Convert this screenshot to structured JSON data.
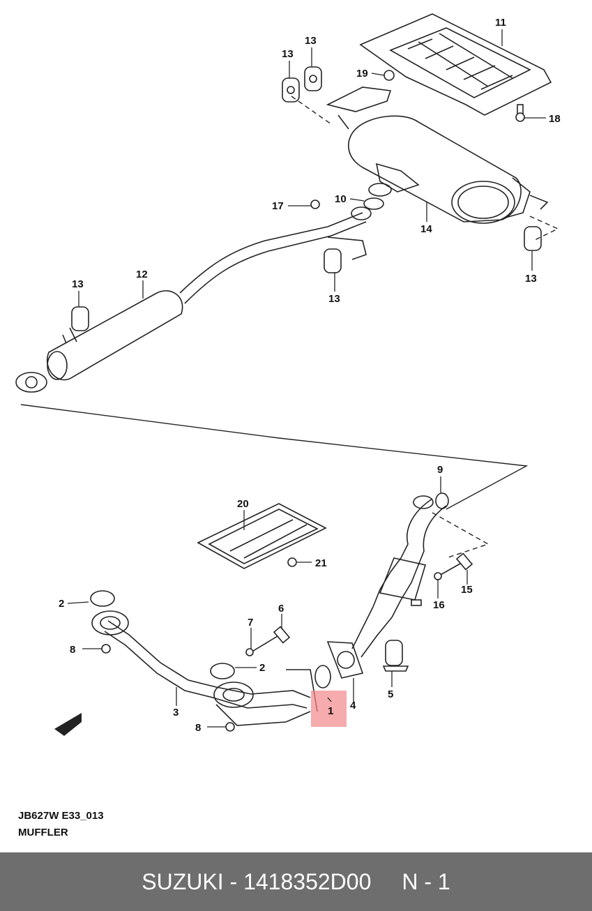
{
  "callouts": [
    {
      "id": "c11a",
      "text": "11"
    },
    {
      "id": "c13a",
      "text": "13"
    },
    {
      "id": "c13b",
      "text": "13"
    },
    {
      "id": "c19",
      "text": "19"
    },
    {
      "id": "c18",
      "text": "18"
    },
    {
      "id": "c17",
      "text": "17"
    },
    {
      "id": "c10",
      "text": "10"
    },
    {
      "id": "c14",
      "text": "14"
    },
    {
      "id": "c13c",
      "text": "13"
    },
    {
      "id": "c13d",
      "text": "13"
    },
    {
      "id": "c12",
      "text": "12"
    },
    {
      "id": "c13e",
      "text": "13"
    },
    {
      "id": "c9",
      "text": "9"
    },
    {
      "id": "c20",
      "text": "20"
    },
    {
      "id": "c21",
      "text": "21"
    },
    {
      "id": "c15",
      "text": "15"
    },
    {
      "id": "c16",
      "text": "16"
    },
    {
      "id": "c2a",
      "text": "2"
    },
    {
      "id": "c6",
      "text": "6"
    },
    {
      "id": "c7",
      "text": "7"
    },
    {
      "id": "c8a",
      "text": "8"
    },
    {
      "id": "c2b",
      "text": "2"
    },
    {
      "id": "c3",
      "text": "3"
    },
    {
      "id": "c1",
      "text": "1"
    },
    {
      "id": "c4",
      "text": "4"
    },
    {
      "id": "c5",
      "text": "5"
    },
    {
      "id": "c8b",
      "text": "8"
    }
  ],
  "diagram_code": "JB627W E33_013",
  "diagram_title": "MUFFLER",
  "footer": {
    "brand": "SUZUKI",
    "separator": "-",
    "part_number": "1418352D00",
    "position_label": "N - 1"
  },
  "colors": {
    "footer_bg": "#6e6e6e",
    "highlight": "#f2888a",
    "line": "#222222"
  }
}
